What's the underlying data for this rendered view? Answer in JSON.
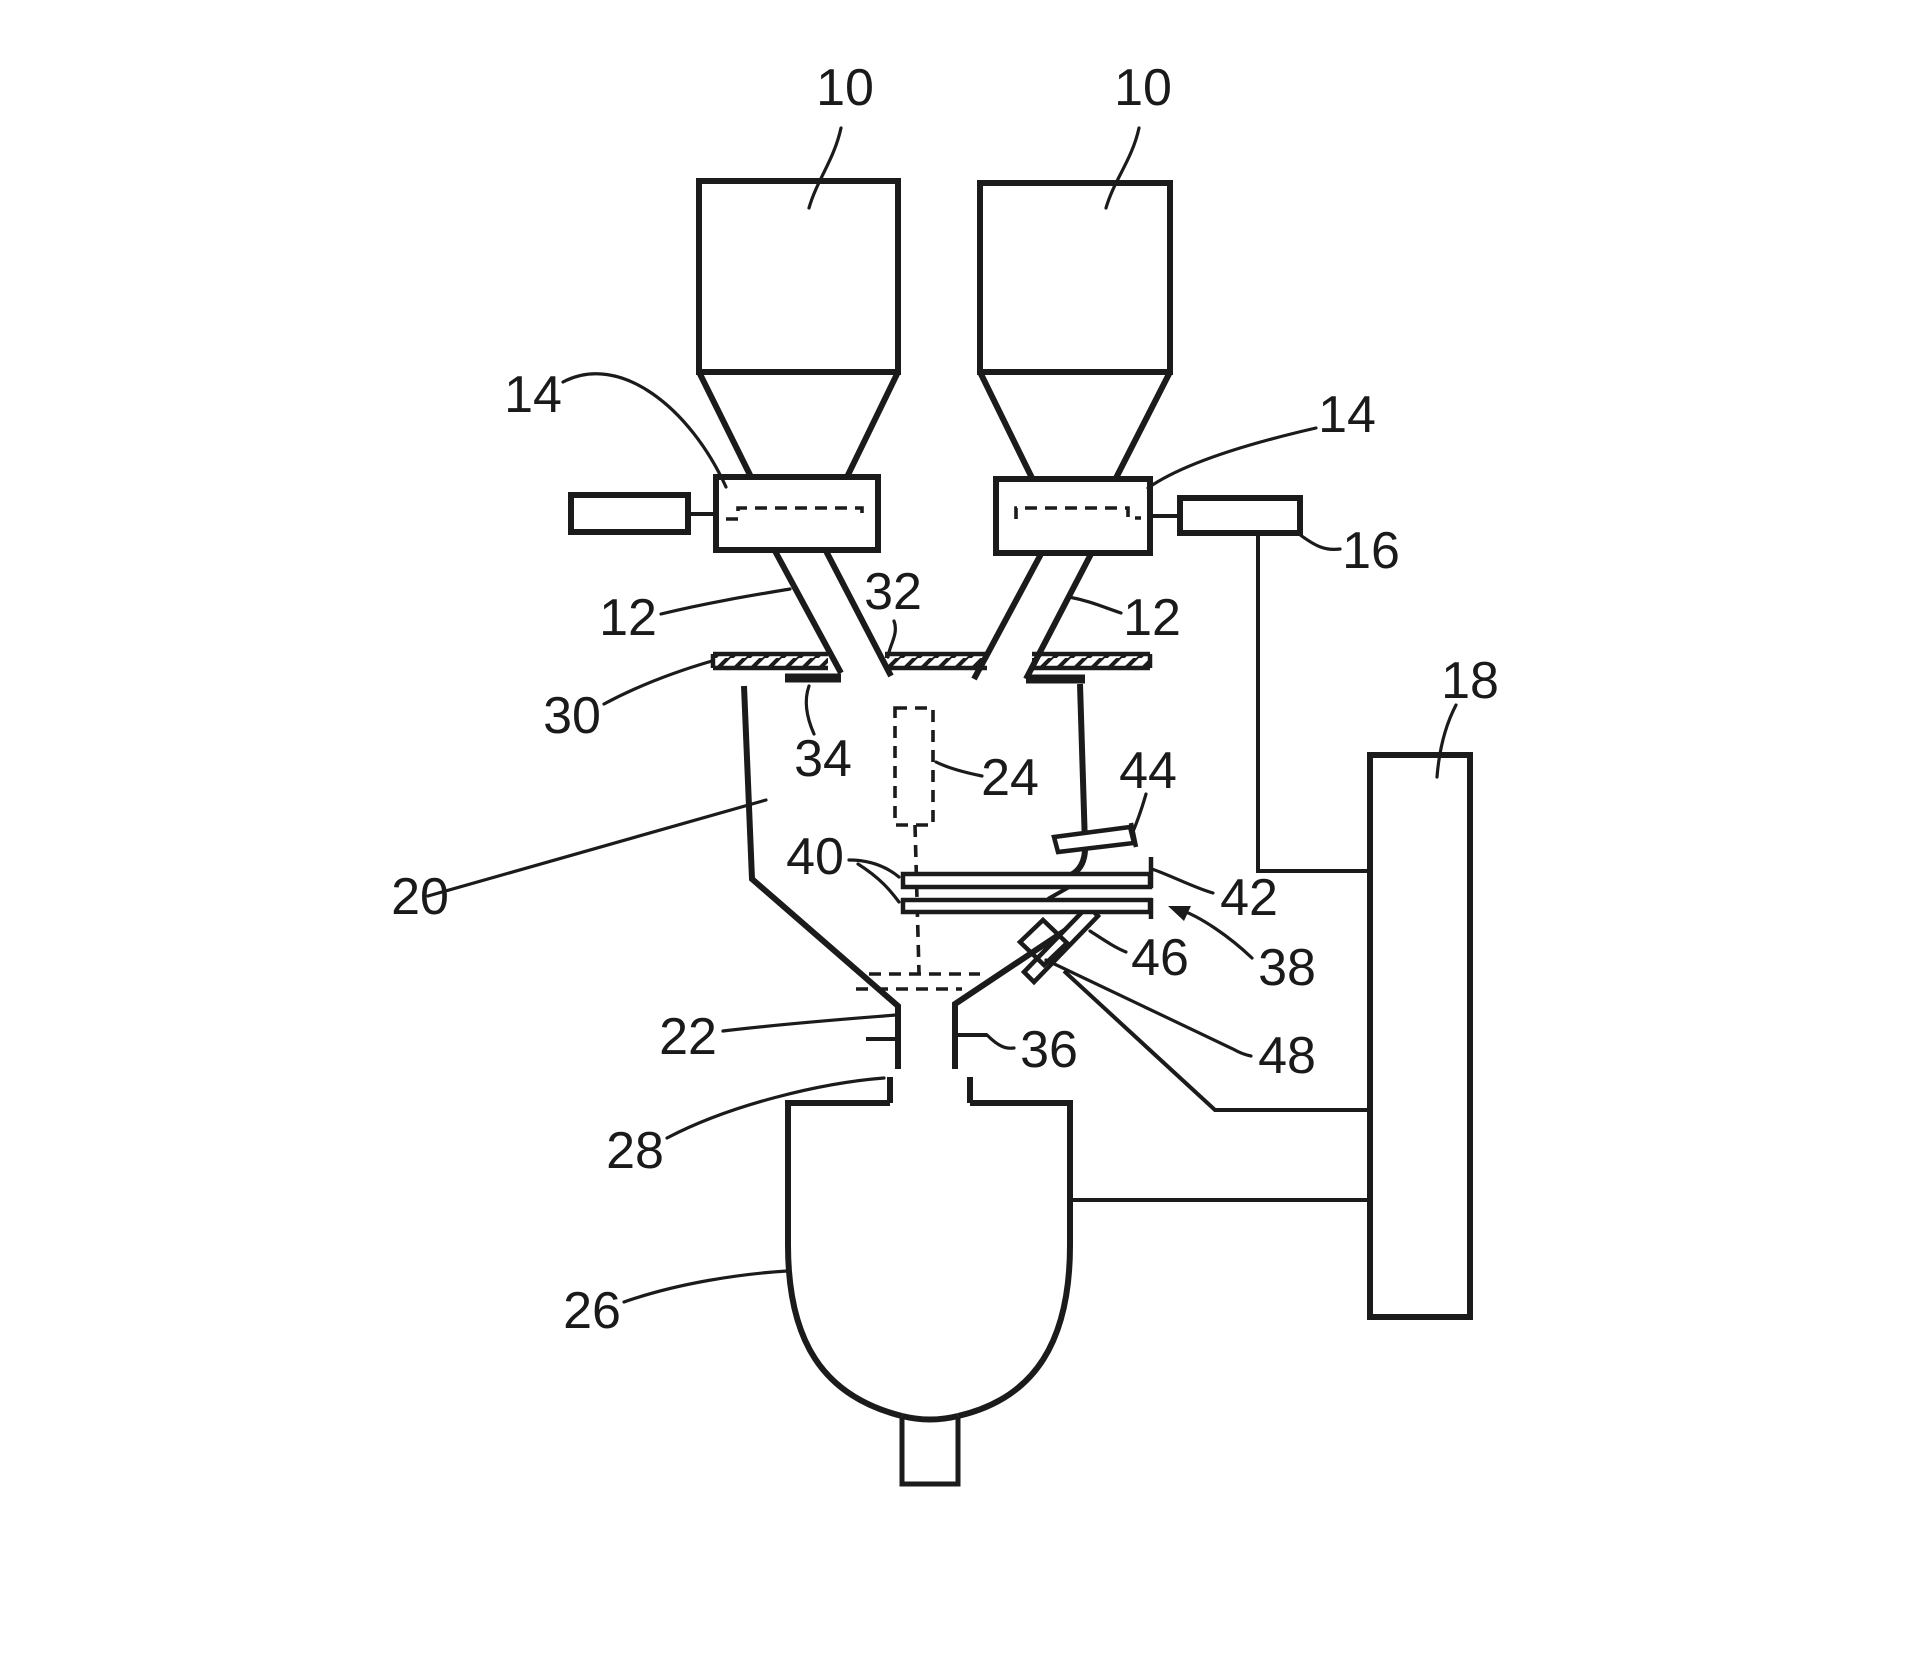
{
  "figure": {
    "colors": {
      "line": "#1b1b1b",
      "background": "#ffffff"
    }
  },
  "labels": [
    {
      "id": "10-left",
      "text": "10"
    },
    {
      "id": "10-right",
      "text": "10"
    },
    {
      "id": "14-left",
      "text": "14"
    },
    {
      "id": "14-right",
      "text": "14"
    },
    {
      "id": "16",
      "text": "16"
    },
    {
      "id": "12-left",
      "text": "12"
    },
    {
      "id": "32",
      "text": "32"
    },
    {
      "id": "12-right",
      "text": "12"
    },
    {
      "id": "30",
      "text": "30"
    },
    {
      "id": "34",
      "text": "34"
    },
    {
      "id": "24",
      "text": "24"
    },
    {
      "id": "44",
      "text": "44"
    },
    {
      "id": "18",
      "text": "18"
    },
    {
      "id": "20",
      "text": "20"
    },
    {
      "id": "40",
      "text": "40"
    },
    {
      "id": "42",
      "text": "42"
    },
    {
      "id": "38",
      "text": "38"
    },
    {
      "id": "46",
      "text": "46"
    },
    {
      "id": "48",
      "text": "48"
    },
    {
      "id": "22",
      "text": "22"
    },
    {
      "id": "36",
      "text": "36"
    },
    {
      "id": "28",
      "text": "28"
    },
    {
      "id": "26",
      "text": "26"
    }
  ]
}
